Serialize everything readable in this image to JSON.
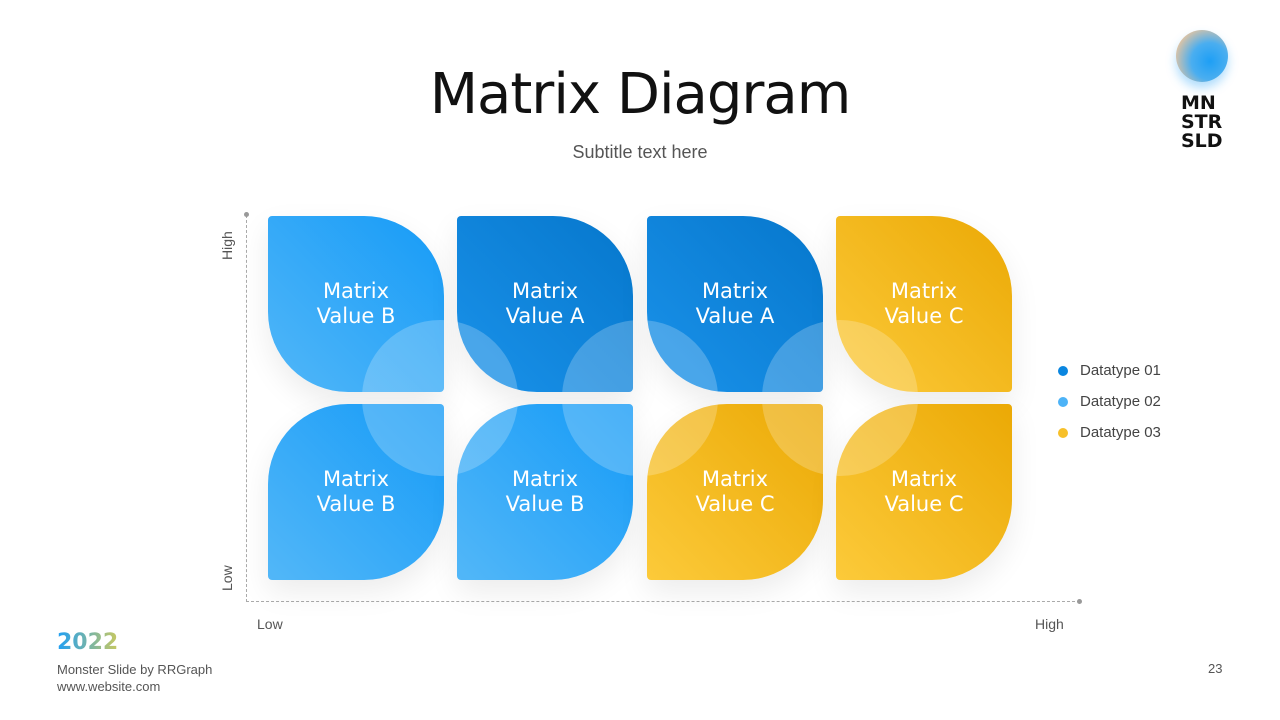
{
  "title": "Matrix Diagram",
  "subtitle": "Subtitle text here",
  "logo": {
    "line1": "MN",
    "line2": "STR",
    "line3": "SLD"
  },
  "axes": {
    "y_high": "High",
    "y_low": "Low",
    "x_low": "Low",
    "x_high": "High"
  },
  "tiles": [
    {
      "line1": "Matrix",
      "line2": "Value B",
      "type": "B"
    },
    {
      "line1": "Matrix",
      "line2": "Value A",
      "type": "A"
    },
    {
      "line1": "Matrix",
      "line2": "Value A",
      "type": "A"
    },
    {
      "line1": "Matrix",
      "line2": "Value C",
      "type": "C"
    },
    {
      "line1": "Matrix",
      "line2": "Value B",
      "type": "B"
    },
    {
      "line1": "Matrix",
      "line2": "Value B",
      "type": "B"
    },
    {
      "line1": "Matrix",
      "line2": "Value C",
      "type": "C"
    },
    {
      "line1": "Matrix",
      "line2": "Value C",
      "type": "C"
    }
  ],
  "legend": [
    {
      "label": "Datatype 01",
      "color": "#0a86e0"
    },
    {
      "label": "Datatype 02",
      "color": "#4db3f7"
    },
    {
      "label": "Datatype 03",
      "color": "#f7c02a"
    }
  ],
  "footer": {
    "year": "2022",
    "brand": "Monster Slide  by RRGraph",
    "url": "www.website.com",
    "page": "23"
  }
}
